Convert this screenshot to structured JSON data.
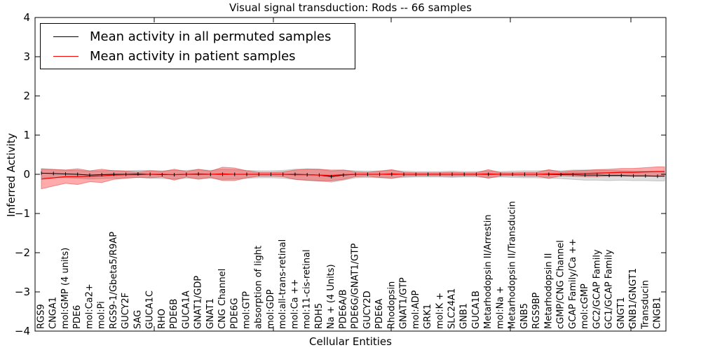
{
  "figure": {
    "title": "Visual signal transduction: Rods -- 66 samples",
    "xlabel": "Cellular Entities",
    "ylabel": "Inferred Activity"
  },
  "legend": {
    "items": [
      {
        "label": "Mean activity in all permuted samples",
        "color": "#000000"
      },
      {
        "label": "Mean activity in patient samples",
        "color": "#ff0000"
      }
    ]
  },
  "chart_data": {
    "type": "line",
    "title": "Visual signal transduction: Rods -- 66 samples",
    "xlabel": "Cellular Entities",
    "ylabel": "Inferred Activity",
    "ylim": [
      -4,
      4
    ],
    "yticks": [
      -4,
      -3,
      -2,
      -1,
      0,
      1,
      2,
      3,
      4
    ],
    "grid": false,
    "legend_position": "upper left",
    "categories": [
      "RGS9",
      "CNGA1",
      "mol:GMP (4 units)",
      "PDE6",
      "mol:Ca2+",
      "mol:Pi",
      "RGS9-1/Gbeta5/R9AP",
      "GUCY2F",
      "SAG",
      "GUCA1C",
      "RHO",
      "PDE6B",
      "GUCA1A",
      "GNAT1/GDP",
      "GNAT1",
      "CNG Channel",
      "PDE6G",
      "mol:GTP",
      "absorption of light",
      "mol:GDP",
      "mol:all-trans-retinal",
      "mol:Ca ++",
      "mol:11-cis-retinal",
      "RDH5",
      "Na + (4 Units)",
      "PDE6A/B",
      "PDE6G/GNAT1/GTP",
      "GUCY2D",
      "PDE6A",
      "Rhodopsin",
      "GNAT1/GTP",
      "mol:ADP",
      "GRK1",
      "mol:K +",
      "SLC24A1",
      "GNB1",
      "GUCA1B",
      "Metarhodopsin II/Arrestin",
      "mol:Na +",
      "Metarhodopsin II/Transducin",
      "GNB5",
      "RGS9BP",
      "Metarhodopsin II",
      "cGMP/CNG Channel",
      "GCAP Family/Ca ++",
      "mol:cGMP",
      "GC2/GCAP Family",
      "GC1/GCAP Family",
      "GNGT1",
      "GNB1/GNGT1",
      "Transducin",
      "CNGB1"
    ],
    "series": [
      {
        "name": "Mean activity in all permuted samples",
        "color": "#000000",
        "band_fill": "rgba(120,120,120,0.25)",
        "band_edge": "rgba(120,120,120,0.35)",
        "values": [
          0.03,
          0.02,
          0.01,
          0,
          -0.02,
          -0.01,
          0,
          0,
          0.01,
          0,
          -0.01,
          -0.01,
          0,
          0.01,
          0,
          0,
          0,
          0,
          0,
          0,
          0,
          0,
          -0.01,
          -0.02,
          -0.06,
          -0.02,
          0,
          0,
          0,
          0,
          0,
          0,
          0,
          0,
          0,
          0,
          0,
          0,
          0,
          0,
          0,
          0,
          0,
          -0.01,
          -0.01,
          -0.02,
          -0.02,
          -0.03,
          -0.03,
          -0.04,
          -0.04,
          -0.05
        ],
        "band_halfwidth": [
          0.12,
          0.11,
          0.1,
          0.1,
          0.1,
          0.1,
          0.1,
          0.09,
          0.09,
          0.1,
          0.1,
          0.11,
          0.1,
          0.11,
          0.1,
          0.13,
          0.12,
          0.1,
          0.09,
          0.09,
          0.1,
          0.13,
          0.15,
          0.15,
          0.14,
          0.13,
          0.09,
          0.08,
          0.09,
          0.1,
          0.08,
          0.07,
          0.07,
          0.07,
          0.08,
          0.07,
          0.07,
          0.09,
          0.07,
          0.08,
          0.09,
          0.09,
          0.1,
          0.1,
          0.12,
          0.13,
          0.13,
          0.13,
          0.12,
          0.12,
          0.12,
          0.12
        ]
      },
      {
        "name": "Mean activity in patient samples",
        "color": "#ff0000",
        "band_fill": "rgba(255,0,0,0.33)",
        "band_edge": "rgba(220,40,40,0.45)",
        "values": [
          -0.12,
          -0.09,
          -0.06,
          -0.06,
          -0.05,
          -0.04,
          -0.02,
          -0.01,
          -0.01,
          0,
          0,
          -0.01,
          0,
          0,
          0,
          0.01,
          0,
          0,
          0,
          0,
          0,
          -0.01,
          -0.01,
          -0.02,
          -0.03,
          -0.01,
          0,
          0,
          0,
          0.01,
          0,
          0,
          0,
          0,
          0,
          0,
          0,
          0.01,
          0,
          0,
          0,
          0,
          0.01,
          0.01,
          0.02,
          0.02,
          0.03,
          0.04,
          0.05,
          0.05,
          0.06,
          0.07
        ],
        "band_halfwidth": [
          0.25,
          0.21,
          0.17,
          0.2,
          0.14,
          0.17,
          0.11,
          0.09,
          0.07,
          0.09,
          0.07,
          0.14,
          0.07,
          0.13,
          0.08,
          0.17,
          0.16,
          0.09,
          0.05,
          0.05,
          0.06,
          0.12,
          0.14,
          0.15,
          0.14,
          0.12,
          0.06,
          0.05,
          0.08,
          0.11,
          0.05,
          0.04,
          0.04,
          0.04,
          0.05,
          0.04,
          0.04,
          0.11,
          0.04,
          0.04,
          0.05,
          0.05,
          0.11,
          0.05,
          0.07,
          0.08,
          0.09,
          0.09,
          0.1,
          0.1,
          0.11,
          0.12
        ]
      }
    ]
  }
}
